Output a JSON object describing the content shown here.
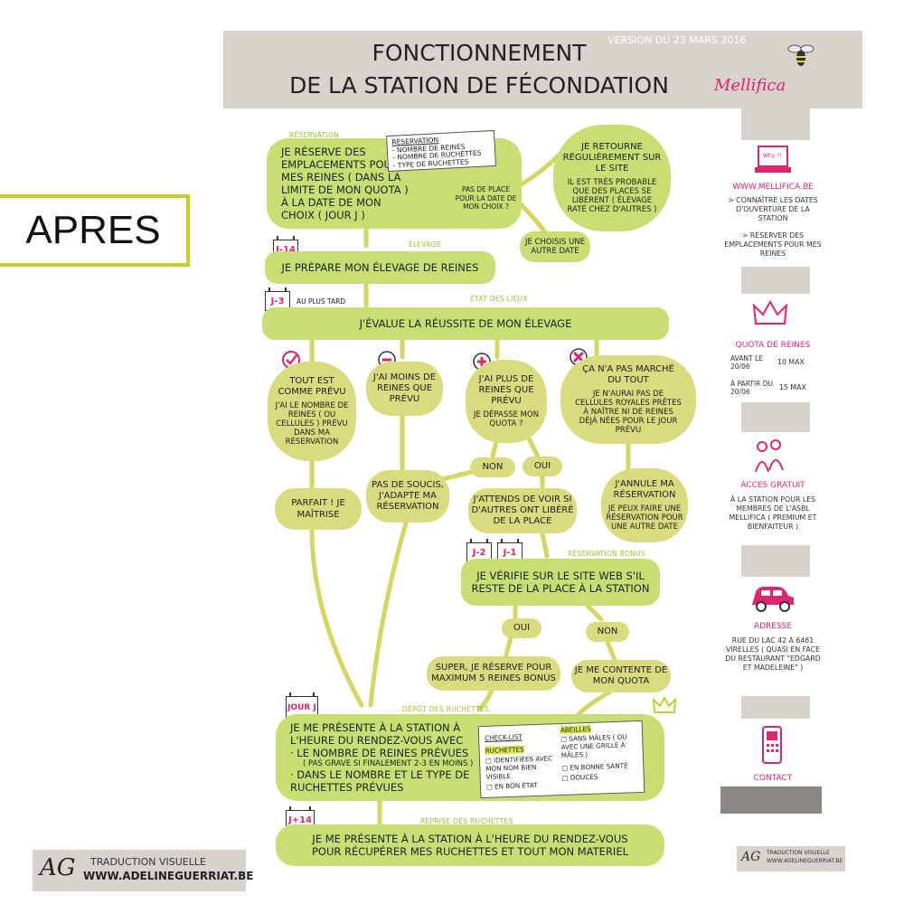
{
  "header": {
    "title_line1": "FONCTIONNEMENT",
    "title_line2": "DE LA STATION DE FÉCONDATION",
    "version": "VERSION DU 23 MARS 2016",
    "brand": "Mellifica"
  },
  "apres_label": "APRES",
  "reservation": {
    "section": "RÉSERVATION",
    "text": "JE RÉSERVE DES EMPLACEMENTS POUR MES REINES ( DANS LA LIMITE DE MON QUOTA ) À LA DATE DE MON CHOIX ( JOUR J )",
    "note_title": "RÉSERVATION",
    "note_items": [
      "- NOMBRE DE REINES",
      "- NOMBRE DE RUCHETTES",
      "- TYPE DE RUCHETTES"
    ],
    "no_place": "PAS DE PLACE POUR LA DATE DE MON CHOIX ?",
    "return_title": "JE RETOURNE RÉGULIÈREMENT SUR LE SITE",
    "return_sub": "IL EST TRÈS PROBABLE QUE DES PLACES SE LIBÈRENT ( ÉLEVAGE RATÉ CHEZ D'AUTRES )",
    "other_date": "JE CHOISIS UNE AUTRE DATE"
  },
  "elevage": {
    "section": "ÉLEVAGE",
    "cal": "J-14",
    "text": "JE PRÉPARE MON ÉLEVAGE DE REINES"
  },
  "etat": {
    "section": "ÉTAT DES LIEUX",
    "cal": "J-3",
    "note": "AU PLUS TARD",
    "text": "J'ÉVALUE LA RÉUSSITE DE MON ÉLEVAGE"
  },
  "outcomes": {
    "ok_title": "TOUT EST COMME PRÉVU",
    "ok_sub": "J'AI LE NOMBRE DE REINES ( OU CELLULES ) PRÉVU DANS MA RÉSERVATION",
    "less_title": "J'AI MOINS DE REINES QUE PRÉVU",
    "more_title": "J'AI PLUS DE REINES QUE PRÉVU",
    "more_sub": "JE DÉPASSE MON QUOTA ?",
    "fail_title": "ÇA N'A PAS MARCHÉ DU TOUT",
    "fail_sub": "JE N'AURAI PAS DE CELLULES ROYALES PRÊTES À NAÎTRE NI DE REINES DÉJÀ NÉES POUR LE JOUR PRÉVU",
    "non": "NON",
    "oui": "OUI",
    "perfect": "PARFAIT ! JE MAÎTRISE",
    "adapt": "PAS DE SOUCIS, J'ADAPTE MA RÉSERVATION",
    "wait": "J'ATTENDS DE VOIR SI D'AUTRES ONT LIBÉRÉ DE LA PLACE",
    "cancel_title": "J'ANNULE MA RÉSERVATION",
    "cancel_sub": "JE PEUX FAIRE UNE RÉSERVATION POUR UNE AUTRE DATE"
  },
  "bonus": {
    "section": "RÉSERVATION BONUS",
    "cal1": "J-2",
    "cal2": "J-1",
    "text": "JE VÉRIFIE SUR LE SITE WEB S'IL RESTE DE LA PLACE À LA STATION",
    "oui": "OUI",
    "non": "NON",
    "yes_result": "SUPER, JE RÉSERVE POUR MAXIMUM 5 REINES BONUS",
    "no_result": "JE ME CONTENTE DE MON QUOTA"
  },
  "depot": {
    "section": "DÉPÔT DES RUCHETTES",
    "cal": "JOUR J",
    "text_intro": "JE ME PRÉSENTE À LA STATION À L'HEURE DU RENDEZ-VOUS AVEC",
    "item1": "· LE NOMBRE DE REINES PRÉVUES",
    "item1_note": "( PAS GRAVE SI FINALEMENT 2-3 EN MOINS )",
    "item2": "· DANS LE NOMBRE ET LE TYPE DE RUCHETTES PRÉVUES",
    "checklist_title": "CHECK-LIST",
    "ruchettes_title": "RUCHETTES",
    "ruchettes_items": [
      "□ IDENTIFIÉES AVEC MON NOM BIEN VISIBLE",
      "□ EN BON ÉTAT"
    ],
    "abeilles_title": "ABEILLES",
    "abeilles_items": [
      "□ SANS MÂLES ( OU AVEC UNE GRILLE À MÂLES )",
      "□ EN BONNE SANTÉ",
      "□ DOUCES"
    ]
  },
  "reprise": {
    "section": "REPRISE DES RUCHETTES",
    "cal": "J+14",
    "text": "JE ME PRÉSENTE À LA STATION À L'HEURE DU RENDEZ-VOUS POUR RÉCUPÉRER MES RUCHETTES ET TOUT MON MATERIEL"
  },
  "sidebar": {
    "web_title": "WWW.MELLIFICA.BE",
    "web_text1": "> CONNAÎTRE LES DATES D'OUVERTURE DE LA STATION",
    "web_text2": "> RÉSERVER DES EMPLACEMENTS POUR MES REINES",
    "quota_title": "QUOTA DE REINES",
    "quota_before": "AVANT LE 20/06",
    "quota_before_val": "10 MAX",
    "quota_after": "À PARTIR DU 20/06",
    "quota_after_val": "15 MAX",
    "access_title": "ACCES GRATUIT",
    "access_text": "À LA STATION POUR LES MEMBRES DE L'ASBL MELLIFICA ( PREMIUM ET BIENFAITEUR )",
    "address_title": "ADRESSE",
    "address_text": "RUE DU LAC 42 À 6461 VIRELLES ( QUASI EN FACE DU RESTAURANT \"EDGARD ET MADELEINE\" )",
    "contact_title": "CONTACT",
    "credit_line1": "TRADUCTION VISUELLE",
    "credit_line2": "WWW.ADELINEGUERRIAT.BE"
  },
  "footer": {
    "logo": "AG",
    "line1": "TRADUCTION VISUELLE",
    "line2": "WWW.ADELINEGUERRIAT.BE"
  },
  "colors": {
    "accent": "#e0246f",
    "green": "#c8de72",
    "olive": "#d8dc7e",
    "band": "#d7d2cc"
  }
}
